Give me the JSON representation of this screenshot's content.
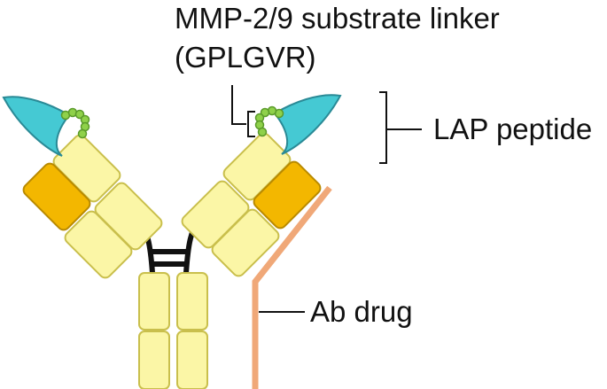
{
  "labels": {
    "linker_line1": "MMP-2/9 substrate linker",
    "linker_line2": "(GPLGVR)",
    "lap_peptide": "LAP peptide",
    "ab_drug": "Ab drug"
  },
  "colors": {
    "light_domain": "#fbf6a6",
    "light_domain_stroke": "#c9bf4c",
    "orange_domain": "#f3b700",
    "orange_domain_stroke": "#b98a00",
    "lap_fill": "#45c9d3",
    "lap_stroke": "#2a8a96",
    "linker_bead": "#8fd14a",
    "linker_bead_stroke": "#5a9a2a",
    "hinge": "#111111",
    "ab_drug_line": "#f0a878",
    "annotation_line": "#111111"
  },
  "icons": {
    "lap_shape": "lap-peptide-icon",
    "linker_beads": "linker-bead-icon"
  }
}
